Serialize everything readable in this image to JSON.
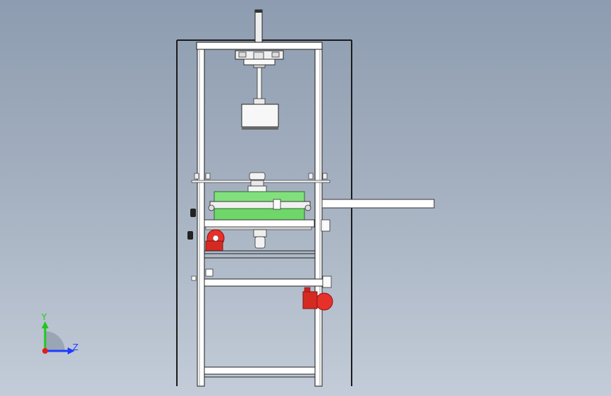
{
  "viewport": {
    "background_top": "#8d9cb0",
    "background_bottom": "#c3ccd8"
  },
  "model": {
    "frame_color": "#ffffff",
    "outline_color": "#1a1a1a",
    "platen_color": "#7ee07a",
    "motor_color": "#e8302a",
    "components": [
      "outer-frame",
      "inner-frame",
      "top-crossbeam",
      "vertical-cylinder",
      "cylinder-mount",
      "piston-rod",
      "press-head",
      "green-platen",
      "side-rail",
      "lower-motor-left",
      "lower-motor-right",
      "bottom-crossbar"
    ]
  },
  "triad": {
    "y_label": "Y",
    "z_label": "Z",
    "y_color": "#1ec81e",
    "z_color": "#1e3cff",
    "origin_color": "#e01e1e"
  }
}
